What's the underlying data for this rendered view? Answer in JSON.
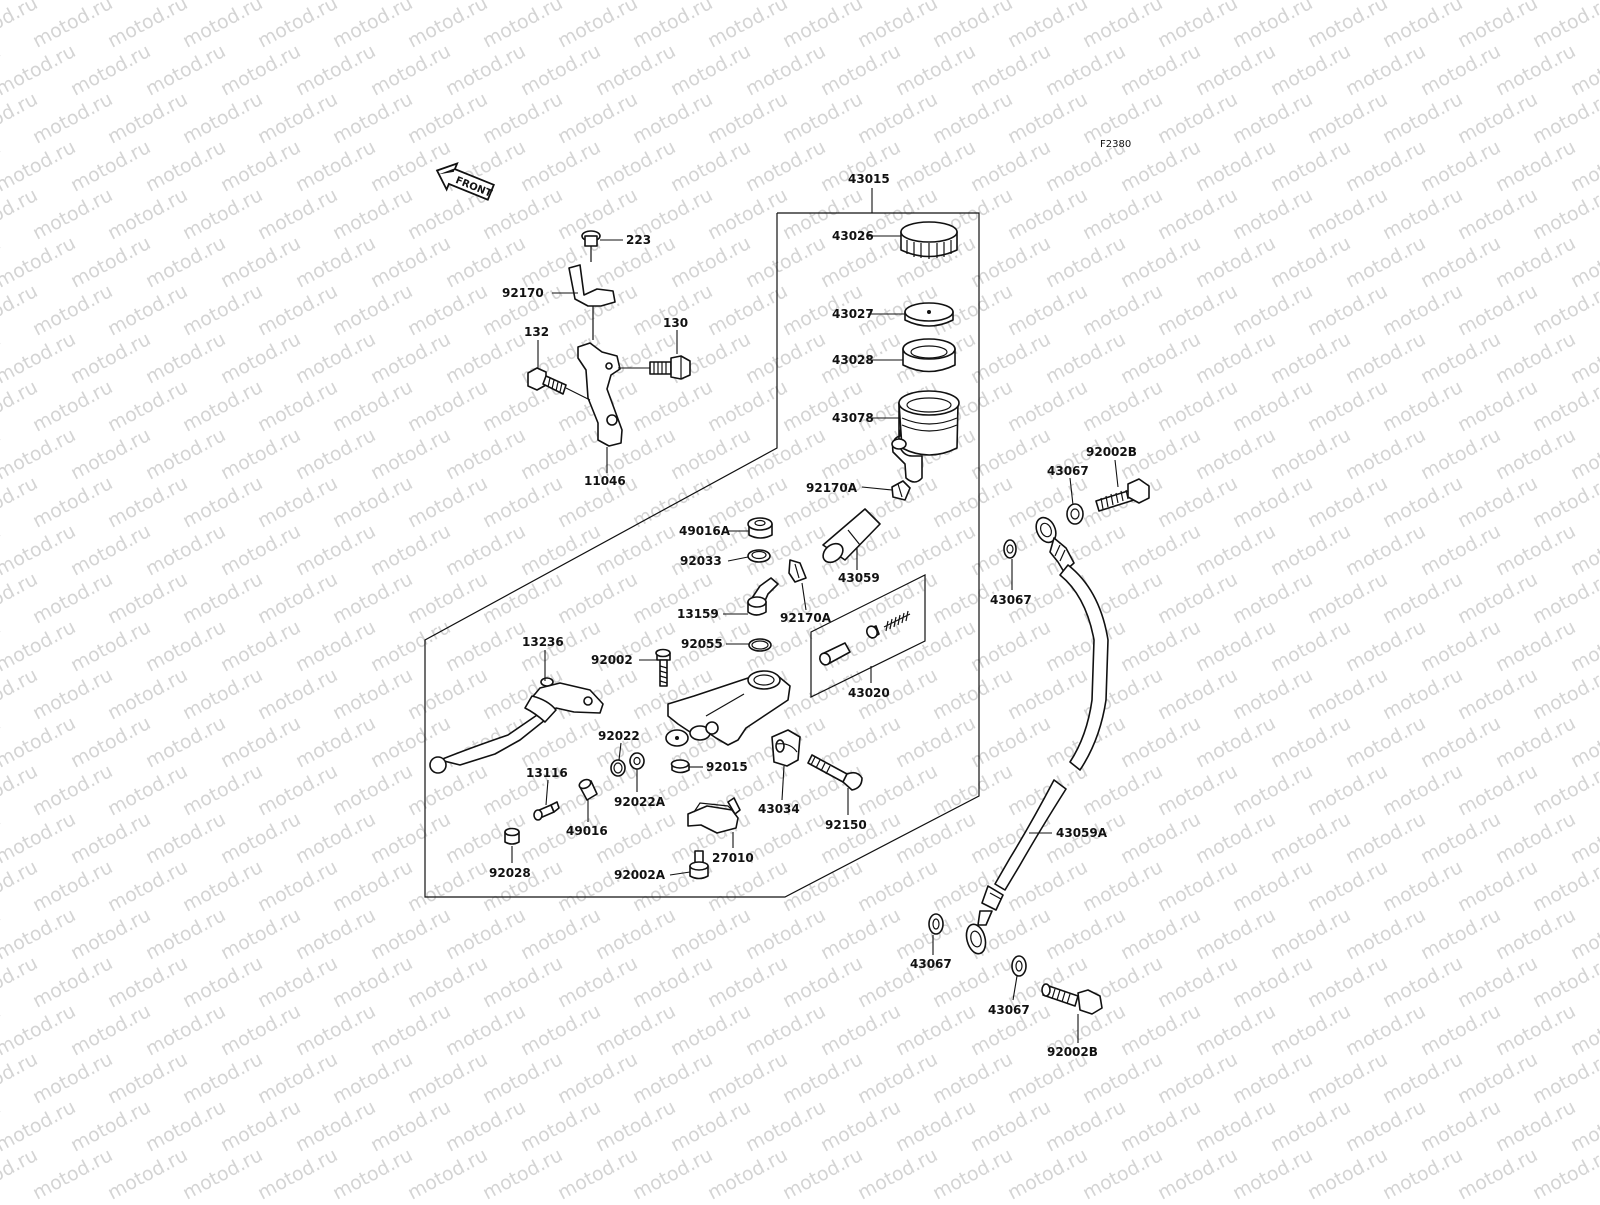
{
  "diagram": {
    "code": "F2380",
    "front_label": "FRONT",
    "watermark": "motod.ru"
  },
  "labels": [
    {
      "id": "p43015",
      "text": "43015"
    },
    {
      "id": "p223",
      "text": "223"
    },
    {
      "id": "p92170",
      "text": "92170"
    },
    {
      "id": "p132",
      "text": "132"
    },
    {
      "id": "p130",
      "text": "130"
    },
    {
      "id": "p11046",
      "text": "11046"
    },
    {
      "id": "p43026",
      "text": "43026"
    },
    {
      "id": "p43027",
      "text": "43027"
    },
    {
      "id": "p43028",
      "text": "43028"
    },
    {
      "id": "p43078",
      "text": "43078"
    },
    {
      "id": "p92170a",
      "text": "92170A"
    },
    {
      "id": "p49016a",
      "text": "49016A"
    },
    {
      "id": "p92033",
      "text": "92033"
    },
    {
      "id": "p43059",
      "text": "43059"
    },
    {
      "id": "p13159",
      "text": "13159"
    },
    {
      "id": "p92170a2",
      "text": "92170A"
    },
    {
      "id": "p92055",
      "text": "92055"
    },
    {
      "id": "p43020",
      "text": "43020"
    },
    {
      "id": "p13236",
      "text": "13236"
    },
    {
      "id": "p92002",
      "text": "92002"
    },
    {
      "id": "p92022",
      "text": "92022"
    },
    {
      "id": "p92015",
      "text": "92015"
    },
    {
      "id": "p13116",
      "text": "13116"
    },
    {
      "id": "p92022a",
      "text": "92022A"
    },
    {
      "id": "p43034",
      "text": "43034"
    },
    {
      "id": "p92150",
      "text": "92150"
    },
    {
      "id": "p49016",
      "text": "49016"
    },
    {
      "id": "p27010",
      "text": "27010"
    },
    {
      "id": "p92028",
      "text": "92028"
    },
    {
      "id": "p92002a",
      "text": "92002A"
    },
    {
      "id": "p92002b1",
      "text": "92002B"
    },
    {
      "id": "p43067a",
      "text": "43067"
    },
    {
      "id": "p43067b",
      "text": "43067"
    },
    {
      "id": "p43059a",
      "text": "43059A"
    },
    {
      "id": "p43067c",
      "text": "43067"
    },
    {
      "id": "p43067d",
      "text": "43067"
    },
    {
      "id": "p92002b2",
      "text": "92002B"
    }
  ]
}
